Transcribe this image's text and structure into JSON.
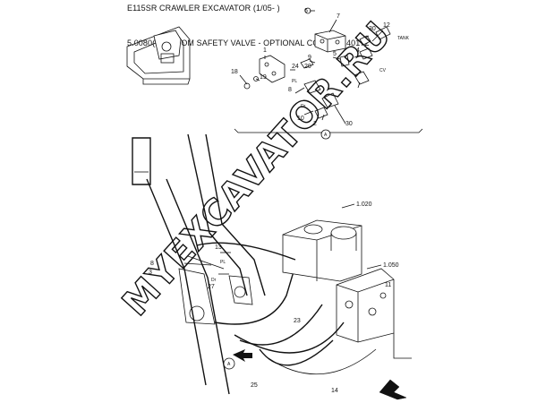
{
  "header": {
    "title": "E115SR CRAWLER EXCAVATOR (1/05- )",
    "subtitle": "5.0080(01) BOOM SAFETY VALVE - OPTIONAL CODE 72140172"
  },
  "watermark": "MYEXCAVATOR.RU",
  "callouts": {
    "c6": "6",
    "c7": "7",
    "c30a": "30",
    "c12": "12",
    "tank": "TANK",
    "c1": "1",
    "c9": "9",
    "c5": "5",
    "c24": "24",
    "c20": "20",
    "c18": "18",
    "c19": "19",
    "c8": "8",
    "c10": "10",
    "c2": "2",
    "c30b": "30",
    "c4": "4",
    "pl": "PL",
    "dr": "Dr",
    "cv": "CV",
    "circleA": "A",
    "c1020": "1.020",
    "c1050": "1.050",
    "c13": "13",
    "c8b": "8",
    "c3": "3",
    "c27": "27",
    "c11": "11",
    "c23": "23",
    "c25": "25",
    "c14": "14",
    "circleA2": "A",
    "pl2": "PL",
    "dr2": "Dr"
  }
}
